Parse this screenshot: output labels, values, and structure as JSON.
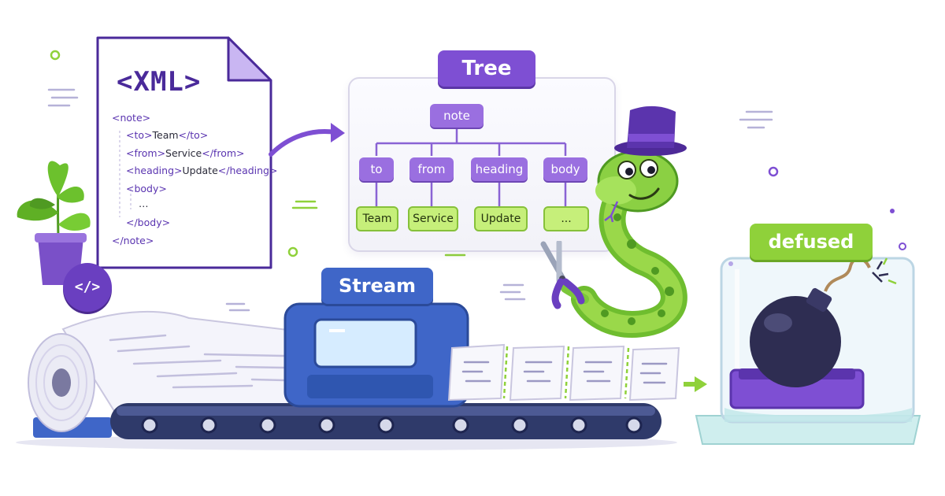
{
  "xml_doc": {
    "title": "<XML>",
    "lines": [
      {
        "tag_open": "<note>",
        "text": "",
        "tag_close": ""
      },
      {
        "tag_open": "<to>",
        "text": "Team",
        "tag_close": "</to>"
      },
      {
        "tag_open": "<from>",
        "text": "Service",
        "tag_close": "</from>"
      },
      {
        "tag_open": "<heading>",
        "text": "Update",
        "tag_close": "</heading>"
      },
      {
        "tag_open": "<body>",
        "text": "",
        "tag_close": ""
      },
      {
        "tag_open": "",
        "text": "…",
        "tag_close": ""
      },
      {
        "tag_open": "",
        "text": "",
        "tag_close": "</body>"
      },
      {
        "tag_open": "",
        "text": "",
        "tag_close": "</note>"
      }
    ]
  },
  "code_badge": "</>",
  "tree": {
    "badge": "Tree",
    "root": "note",
    "children": [
      "to",
      "from",
      "heading",
      "body"
    ],
    "leaves": [
      "Team",
      "Service",
      "Update",
      "..."
    ]
  },
  "stream": {
    "badge": "Stream"
  },
  "defused": {
    "badge": "defused"
  },
  "colors": {
    "purple": "#7e4fd3",
    "blue": "#3f66c8",
    "green": "#8fd13a",
    "leaf_green": "#c6ef7a",
    "dark": "#2e2d52"
  },
  "icons": [
    "plant-icon",
    "code-icon",
    "snake-icon",
    "top-hat-icon",
    "scissors-icon",
    "bomb-icon",
    "paper-roll-icon",
    "conveyor-belt-icon",
    "arrow-icon"
  ]
}
